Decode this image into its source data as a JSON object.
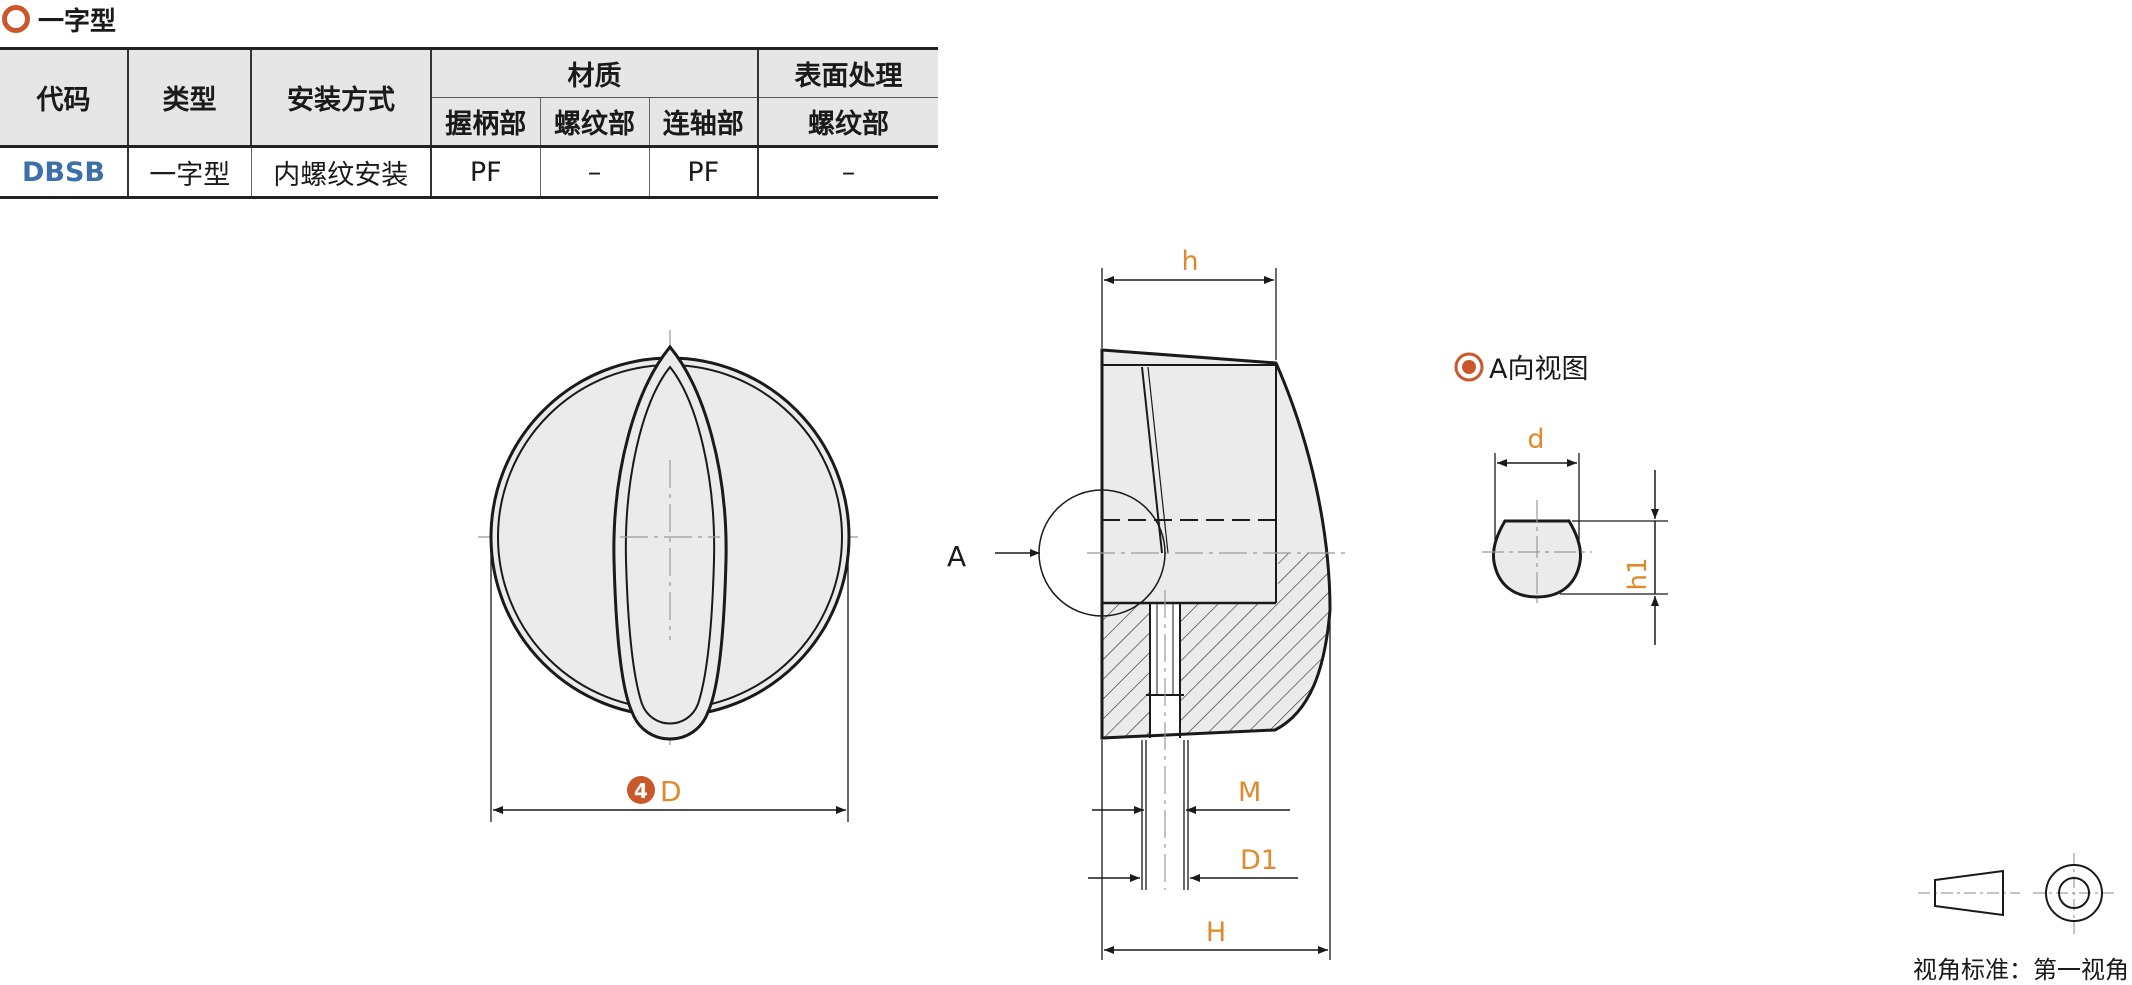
{
  "section": {
    "title": "一字型"
  },
  "table": {
    "headers": {
      "code": "代码",
      "type": "类型",
      "mounting": "安装方式",
      "material": "材质",
      "surface": "表面处理",
      "grip": "握柄部",
      "thread_material": "螺纹部",
      "shaft": "连轴部",
      "thread_surface": "螺纹部"
    },
    "row": {
      "code": "DBSB",
      "type": "一字型",
      "mounting": "内螺纹安装",
      "grip": "PF",
      "thread_material": "–",
      "shaft": "PF",
      "thread_surface": "–"
    }
  },
  "drawing": {
    "front_view": {
      "badge": "4",
      "dim_D": "D"
    },
    "side_view": {
      "dim_h": "h",
      "arrow_A": "A",
      "dim_M": "M",
      "dim_D1": "D1",
      "dim_H": "H"
    },
    "a_view": {
      "title": "A向视图",
      "dim_d": "d",
      "dim_h1": "h1"
    },
    "projection": {
      "caption": "视角标准：第一视角"
    }
  },
  "colors": {
    "accent_orange": "#c9582a",
    "dimension_orange": "#e08a2c",
    "code_blue": "#3d6fa8",
    "part_fill": "#ebebeb"
  }
}
